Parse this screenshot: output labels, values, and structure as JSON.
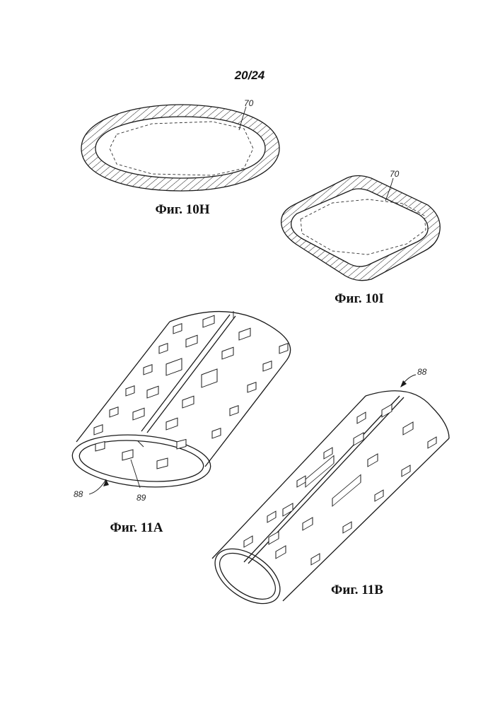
{
  "page_number": "20/24",
  "figures": {
    "fig_10h": {
      "caption": "Фиг. 10H",
      "ref": "70"
    },
    "fig_10i": {
      "caption": "Фиг. 10I",
      "ref": "70"
    },
    "fig_11a": {
      "caption": "Фиг. 11A",
      "ref_assembly": "88",
      "ref_window": "89"
    },
    "fig_11b": {
      "caption": "Фиг. 11B",
      "ref_assembly": "88"
    }
  }
}
